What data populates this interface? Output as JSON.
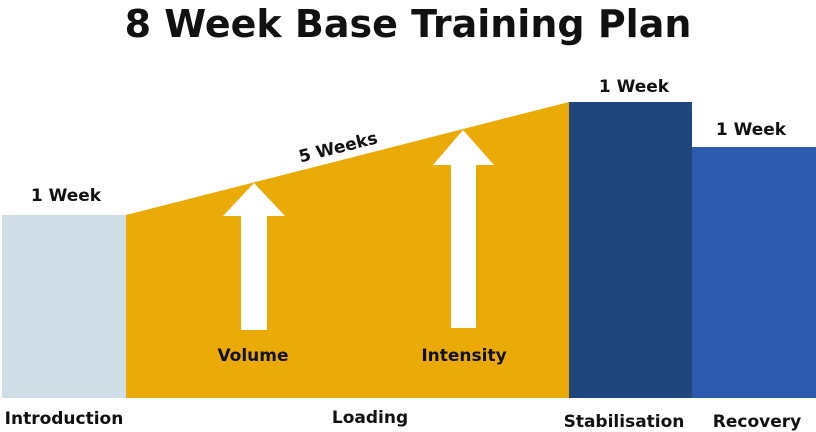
{
  "title": "8 Week Base Training Plan",
  "colors": {
    "introduction": "#cfdde7",
    "loading": "#eaab08",
    "stabilisation": "#1f467d",
    "recovery": "#2b5aae",
    "arrow": "#ffffff",
    "text": "#111111"
  },
  "phases": [
    {
      "name": "Introduction",
      "duration": "1 Week"
    },
    {
      "name": "Loading",
      "duration": "5 Weeks"
    },
    {
      "name": "Stabilisation",
      "duration": "1 Week"
    },
    {
      "name": "Recovery",
      "duration": "1 Week"
    }
  ],
  "arrows": [
    {
      "label": "Volume"
    },
    {
      "label": "Intensity"
    }
  ]
}
